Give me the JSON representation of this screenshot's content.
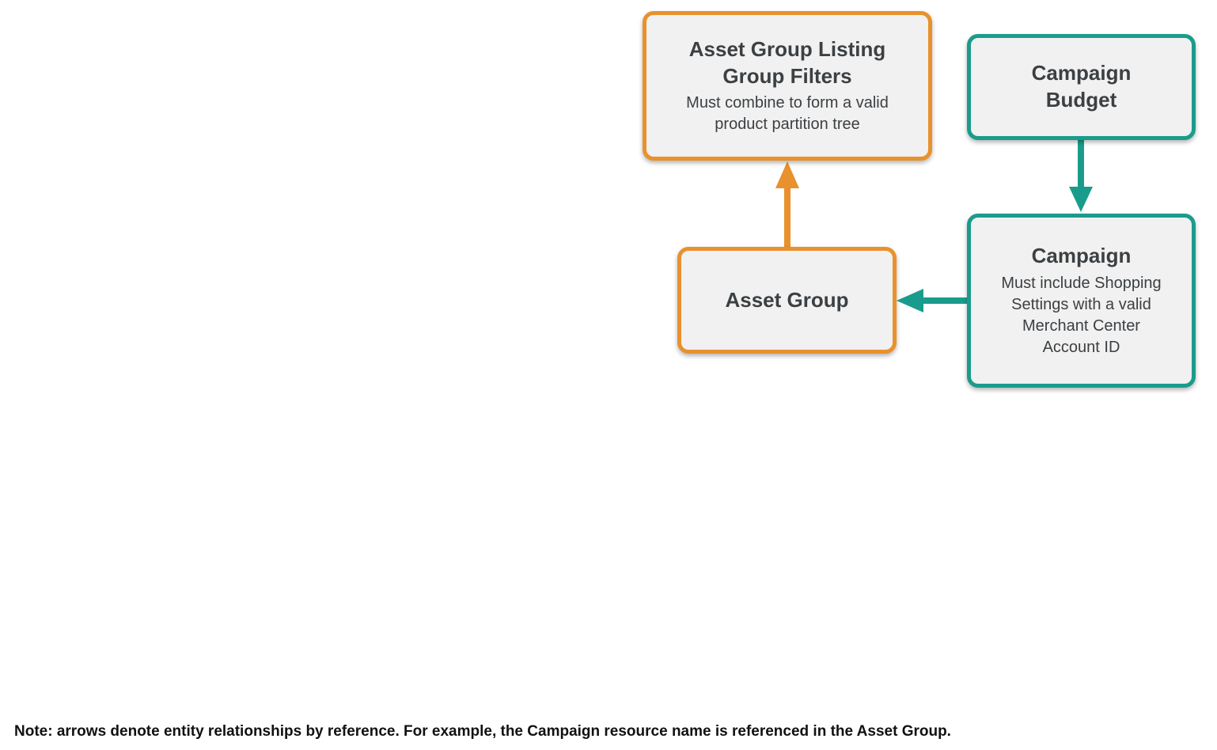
{
  "colors": {
    "orange": "#E8912D",
    "teal": "#1A9C8C",
    "box_fill": "#F1F1F1",
    "title_text": "#3C4043",
    "note_text": "#111111"
  },
  "boxes": {
    "listing_filters": {
      "title": "Asset Group Listing Group Filters",
      "subtitle": "Must combine to form a valid product partition tree",
      "border_color": "#E8912D"
    },
    "campaign_budget": {
      "title": "Campaign Budget",
      "border_color": "#1A9C8C"
    },
    "campaign": {
      "title": "Campaign",
      "subtitle": "Must include Shopping Settings with a valid Merchant Center Account ID",
      "border_color": "#1A9C8C"
    },
    "asset_group": {
      "title": "Asset Group",
      "border_color": "#E8912D"
    }
  },
  "arrows": [
    {
      "name": "asset-group-to-listing-filters",
      "color": "orange",
      "direction": "up"
    },
    {
      "name": "campaign-budget-to-campaign",
      "color": "teal",
      "direction": "down"
    },
    {
      "name": "campaign-to-asset-group",
      "color": "teal",
      "direction": "left"
    }
  ],
  "note": {
    "text": "Note: arrows denote entity relationships by reference. For example, the Campaign resource name is referenced in the Asset Group."
  }
}
